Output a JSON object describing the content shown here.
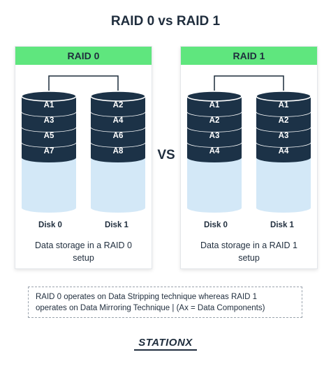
{
  "title": "RAID 0 vs RAID 1",
  "vs_label": "VS",
  "panels": [
    {
      "header": "RAID 0",
      "disks": [
        {
          "label": "Disk 0",
          "blocks": [
            "A1",
            "A3",
            "A5",
            "A7"
          ]
        },
        {
          "label": "Disk 1",
          "blocks": [
            "A2",
            "A4",
            "A6",
            "A8"
          ]
        }
      ],
      "caption_line1": "Data storage in a RAID 0",
      "caption_line2": "setup"
    },
    {
      "header": "RAID 1",
      "disks": [
        {
          "label": "Disk 0",
          "blocks": [
            "A1",
            "A2",
            "A3",
            "A4"
          ]
        },
        {
          "label": "Disk 1",
          "blocks": [
            "A1",
            "A2",
            "A3",
            "A4"
          ]
        }
      ],
      "caption_line1": "Data storage in a RAID 1",
      "caption_line2": "setup"
    }
  ],
  "note_line1": "RAID 0 operates on Data Stripping technique whereas RAID 1",
  "note_line2": "operates on Data Mirroring Technique | (Ax = Data Components)",
  "logo_text": "STATIONX",
  "colors": {
    "header_green": "#5fe67e",
    "disk_dark": "#1c3247",
    "disk_light": "#d3e8f7",
    "text_dark": "#1f2d3d"
  }
}
